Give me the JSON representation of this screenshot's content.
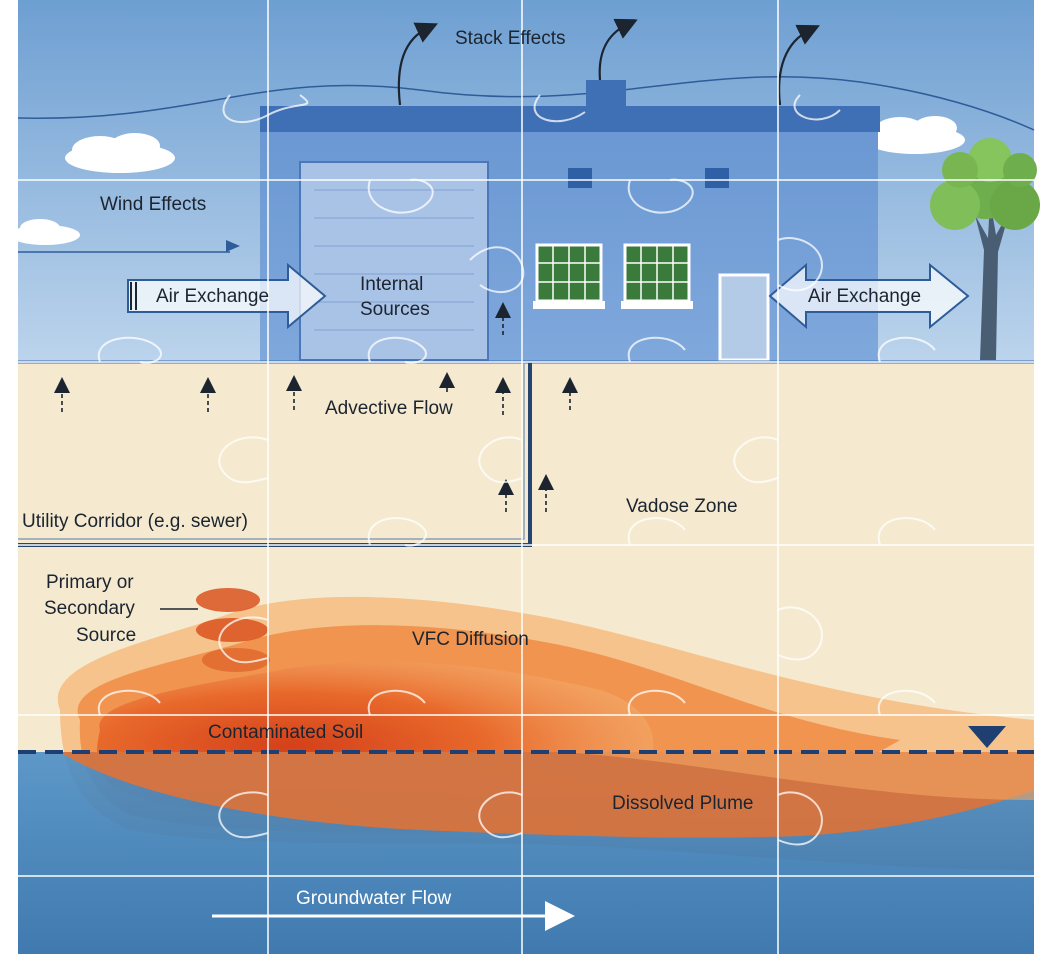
{
  "labels": {
    "stack_effects": "Stack Effects",
    "wind_effects": "Wind Effects",
    "air_exchange_left": "Air Exchange",
    "air_exchange_right": "Air Exchange",
    "internal_sources_line1": "Internal",
    "internal_sources_line2": "Sources",
    "advective_flow": "Advective Flow",
    "utility_corridor": "Utility Corridor (e.g. sewer)",
    "vadose_zone": "Vadose Zone",
    "primary_source_line1": "Primary or",
    "primary_source_line2": "Secondary",
    "primary_source_line3": "Source",
    "vfc_diffusion": "VFC Diffusion",
    "contaminated_soil": "Contaminated Soil",
    "dissolved_plume": "Dissolved Plume",
    "groundwater_flow": "Groundwater Flow"
  },
  "colors": {
    "sky": "#8fb6dd",
    "building": "#6d9ad4",
    "building_roof": "#3f6fb4",
    "soil": "#f4e8cc",
    "groundwater": "#3d7fb8",
    "plume_core": "#d94a1f",
    "plume_outer": "#f2a05a",
    "water_table": "#2b4f8a"
  }
}
